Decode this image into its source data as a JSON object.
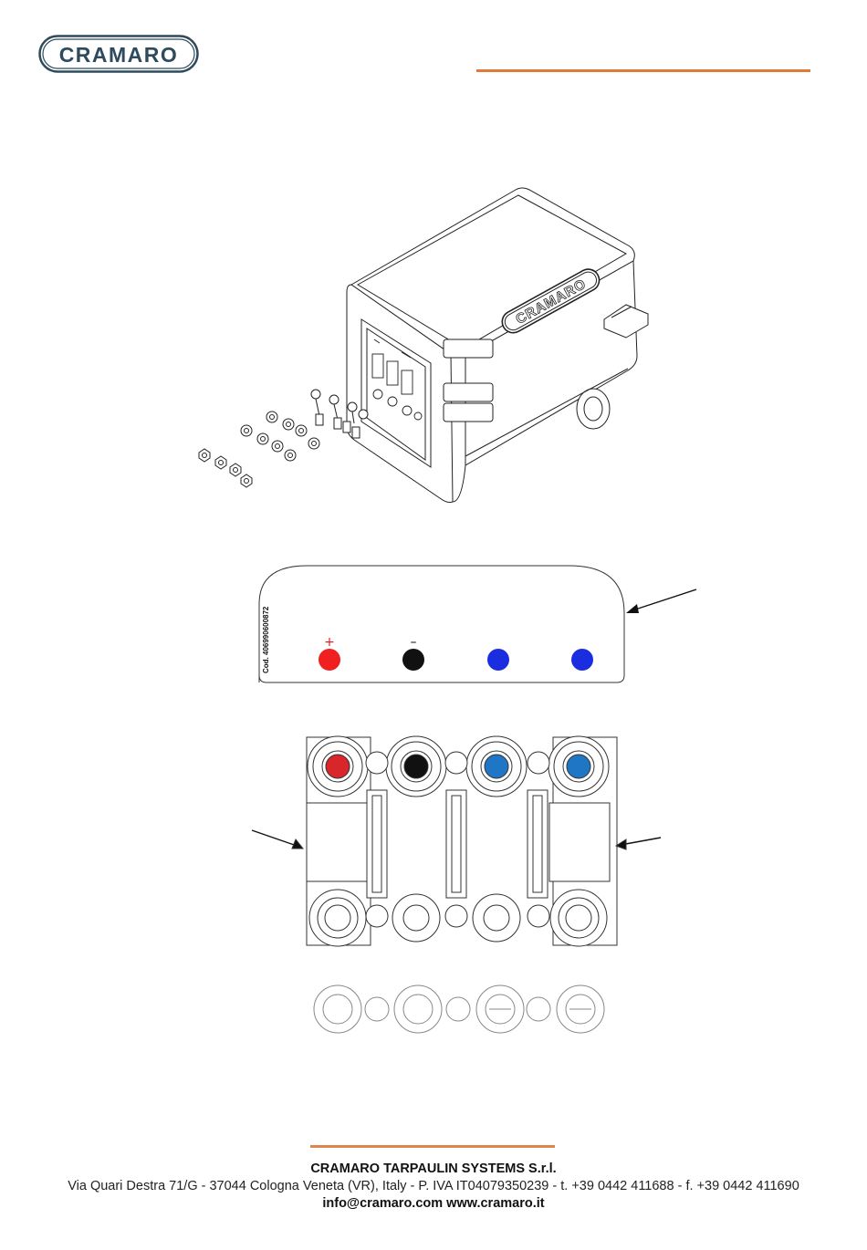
{
  "header": {
    "logo_text": "CRAMARO",
    "accent_color": "#e07a36"
  },
  "figure_box": {
    "brand_text": "CRAMARO",
    "icon": "junction-box-illustration"
  },
  "figure_plate": {
    "code": "Cod. 406990600872",
    "plus_sign": "+",
    "minus_sign": "–",
    "terminal_colors": [
      "#f02020",
      "#111111",
      "#1a2ee0",
      "#1a2ee0"
    ]
  },
  "figure_terminals": {
    "terminal_colors": [
      "#d8262a",
      "#111111",
      "#1f76c4",
      "#1f76c4"
    ]
  },
  "footer": {
    "company": "CRAMARO TARPAULIN SYSTEMS S.r.l.",
    "address": "Via Quari Destra 71/G - 37044 Cologna Veneta (VR), Italy - P. IVA IT04079350239 - t. +39 0442 411688 - f. +39 0442 411690",
    "contact": "info@cramaro.com www.cramaro.it",
    "rule_color": "#d9894f"
  }
}
